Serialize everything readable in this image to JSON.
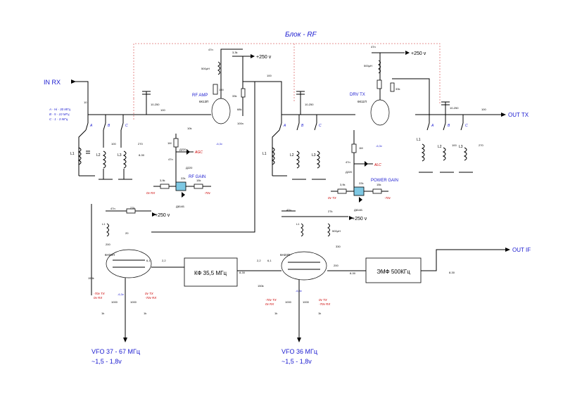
{
  "title": "Блок - RF",
  "in_rx": "IN RX",
  "out_tx": "OUT TX",
  "out_if": "OUT IF",
  "band_legend": [
    "A - Hi - 30 МГц",
    "B - 5 - 10 МГц",
    "C - 1 - 3 МГц"
  ],
  "supply": [
    "+250 v",
    "+250 v",
    "+250 v",
    "+250 v"
  ],
  "rf_amp": {
    "label": "RF AMP",
    "tube": "6К13П"
  },
  "drv_tx": {
    "label": "DRV TX",
    "tube": "6К11П"
  },
  "rf_gain": "RF GAIN",
  "power_gain": "POWER GAIN",
  "agc": "AGC",
  "alc": "ALC",
  "kf": "КФ  35,5 МГц",
  "emf": "ЭМФ 500КГц",
  "vfo1": {
    "name": "VFO   37 - 67 МГц",
    "level": "~1,5 - 1,8v"
  },
  "vfo2": {
    "name": "VFO   36 МГц",
    "level": "~1,5 - 1,8v"
  },
  "tube_mix1": "6Н23П",
  "tube_mix2": "6Н23П",
  "neg_voltage": "-6,3v",
  "red_labels": [
    "0v RX",
    "-70v",
    "0v TX",
    "-70v",
    "-70v TX",
    "0v RX",
    "0v TX",
    "-70v RX",
    "-70v TX",
    "0v RX",
    "0v TX",
    "-70v RX"
  ],
  "components": {
    "c47n": "47n",
    "r33k": "3,3k",
    "l500": "500µH",
    "r100": "100",
    "r33k2": "33k",
    "c10_250": "10-250",
    "r100b": "100",
    "c10": "10",
    "r10k": "10k",
    "c100n": "100n",
    "c1m": "1M",
    "c47n2": "47n",
    "d220": "Д220",
    "r39k": "3,9k",
    "r22k": "22k",
    "r15k": "15k",
    "d814": "Д814Б",
    "band_a": "A",
    "band_b": "B",
    "band_c": "C",
    "c100": "100",
    "c270": "270",
    "c830": "8-30",
    "l1": "L1",
    "l2": "L2",
    "l3": "L3",
    "r27k": "27k",
    "c20": "20",
    "c200": "200",
    "c330": "330",
    "c2_2": "2,2",
    "c1000": "1000",
    "r1k": "1k",
    "r150k": "150k",
    "c6_1": "6,1",
    "c68k": "68k"
  }
}
